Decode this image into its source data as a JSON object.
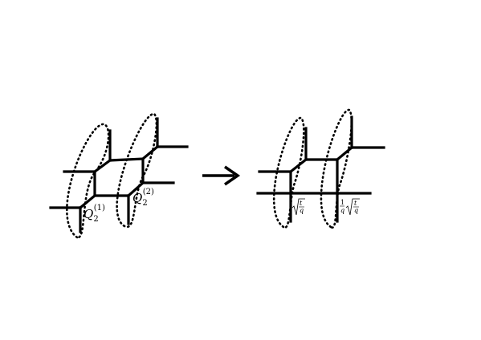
{
  "left_diagram": {
    "label_1": {
      "base": "Q",
      "sub": "2",
      "sup": "(1)"
    },
    "label_2": {
      "base": "Q",
      "sub": "2",
      "sup": "(2)"
    }
  },
  "arrow": "arrow-right",
  "right_diagram": {
    "factor_1": {
      "num": "t",
      "den": "q"
    },
    "factor_2": {
      "prefix_num": "1",
      "prefix_den": "q",
      "num": "t",
      "den": "q"
    }
  }
}
